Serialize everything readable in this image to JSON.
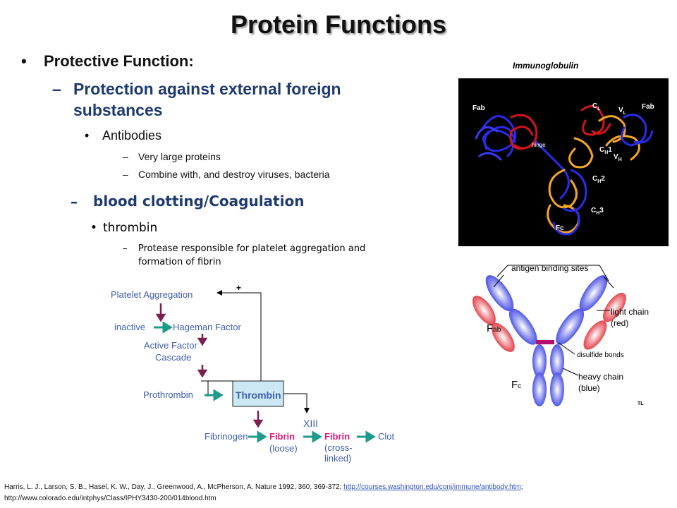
{
  "slide": {
    "title": "Protein Functions",
    "bullet1": "Protective Function:",
    "sub1": "Protection against external foreign substances",
    "antibodies": "Antibodies",
    "ab_points": [
      "Very large proteins",
      "Combine with, and destroy viruses, bacteria"
    ],
    "sub2": "blood clotting/Coagulation",
    "thrombin": "thrombin",
    "thrombin_point": "Protease responsible for platelet aggregation and formation of fibrin",
    "immuno_caption": "Immunoglobulin"
  },
  "immuno_labels": {
    "fab_left": "Fab",
    "fab_right": "Fab",
    "hinge": "hinge",
    "cl": "C",
    "cl_sub": "L",
    "vl": "V",
    "vl_sub": "L",
    "ch1": "C",
    "ch1_sub": "H",
    "ch1_num": "1",
    "vh": "V",
    "vh_sub": "H",
    "ch2": "C",
    "ch2_sub": "H",
    "ch2_num": "2",
    "ch3": "C",
    "ch3_sub": "H",
    "ch3_num": "3",
    "fc": "Fc"
  },
  "antibody_diagram": {
    "antigen_sites": "antigen binding sites",
    "light_chain": "light chain",
    "light_color": "(red)",
    "fab": "F",
    "fab_sub": "ab",
    "disulfide": "disulfide bonds",
    "heavy_chain": "heavy chain",
    "heavy_color": "(blue)",
    "fc": "F",
    "fc_sub": "c",
    "corner": "TL"
  },
  "cascade": {
    "platelet": "Platelet Aggregation",
    "inactive": "inactive",
    "hageman": "Hageman Factor",
    "active_factor": "Active Factor",
    "cascade": "Cascade",
    "prothrombin": "Prothrombin",
    "thrombin": "Thrombin",
    "fibrinogen": "Fibrinogen",
    "fibrin": "Fibrin",
    "loose": "(loose)",
    "xiii": "XIII",
    "fibrin2": "Fibrin",
    "crosslinked1": "(cross-",
    "crosslinked2": "linked)",
    "clot": "Clot",
    "plus": "+"
  },
  "footer": {
    "line1_text": "Harris, L. J., Larson, S. B., Hasel, K. W., Day, J., Greenwood, A., McPherson, A. Nature 1992, 360, 369-372; ",
    "line1_link": "http://courses.washington.edu/conj/immune/antibody.htm",
    "line1_end": ";",
    "line2": "http://www.colorado.edu/intphys/Class/IPHY3430-200/014blood.htm"
  },
  "colors": {
    "title_text": "#111111",
    "sub_heading": "#1f3a6e",
    "cascade_text": "#3f5eb0",
    "cascade_arrow_green": "#1e9a8a",
    "cascade_arrow_purple": "#7a1f4f",
    "fibrin_pink": "#e0197a",
    "thrombin_box": "#cce8f4"
  }
}
